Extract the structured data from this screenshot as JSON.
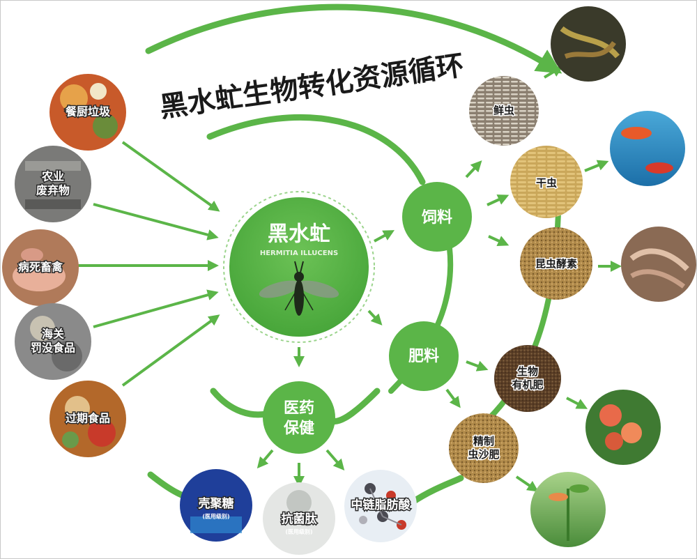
{
  "title": "黑水虻生物转化资源循环",
  "center": {
    "name": "黑水虻",
    "latin": "HERMITIA ILLUCENS"
  },
  "nodes": {
    "feed": "饲料",
    "fertilizer": "肥料",
    "medical": [
      "医药",
      "保健"
    ]
  },
  "inputs": [
    {
      "lines": [
        "餐厨垃圾"
      ],
      "icon": "kitchen-waste-photo"
    },
    {
      "lines": [
        "农业",
        "废弃物"
      ],
      "icon": "agricultural-waste-photo"
    },
    {
      "lines": [
        "病死畜禽"
      ],
      "icon": "dead-livestock-photo"
    },
    {
      "lines": [
        "海关",
        "罚没食品"
      ],
      "icon": "confiscated-food-photo"
    },
    {
      "lines": [
        "过期食品"
      ],
      "icon": "expired-food-photo"
    }
  ],
  "feed_products": [
    {
      "lines": [
        "鲜虫"
      ],
      "icon": "fresh-larvae-photo"
    },
    {
      "lines": [
        "干虫"
      ],
      "icon": "dried-larvae-photo"
    },
    {
      "lines": [
        "昆虫酵素"
      ],
      "icon": "insect-enzyme-photo"
    }
  ],
  "fertilizer_products": [
    {
      "lines": [
        "生物",
        "有机肥"
      ],
      "icon": "bio-organic-fertilizer-photo"
    },
    {
      "lines": [
        "精制",
        "虫沙肥"
      ],
      "icon": "refined-frass-fertilizer-photo"
    }
  ],
  "medical_products": [
    {
      "lines": [
        "壳聚糖"
      ],
      "sub": "(医用级别)",
      "icon": "chitosan-photo"
    },
    {
      "lines": [
        "抗菌肽"
      ],
      "sub": "(医用级别)",
      "icon": "antimicrobial-peptide-photo"
    },
    {
      "lines": [
        "中链脂肪酸"
      ],
      "icon": "medium-chain-fatty-acid-photo"
    }
  ],
  "end_uses": [
    {
      "icon": "poultry-feed-photo"
    },
    {
      "icon": "ornamental-fish-photo"
    },
    {
      "icon": "shrimp-photo"
    },
    {
      "icon": "fruit-photo"
    },
    {
      "icon": "plant-seedling-photo"
    }
  ],
  "colors": {
    "green": "#5bb548",
    "dark_green": "#3d9a33",
    "text_dark": "#1a1a1a",
    "white": "#ffffff"
  }
}
